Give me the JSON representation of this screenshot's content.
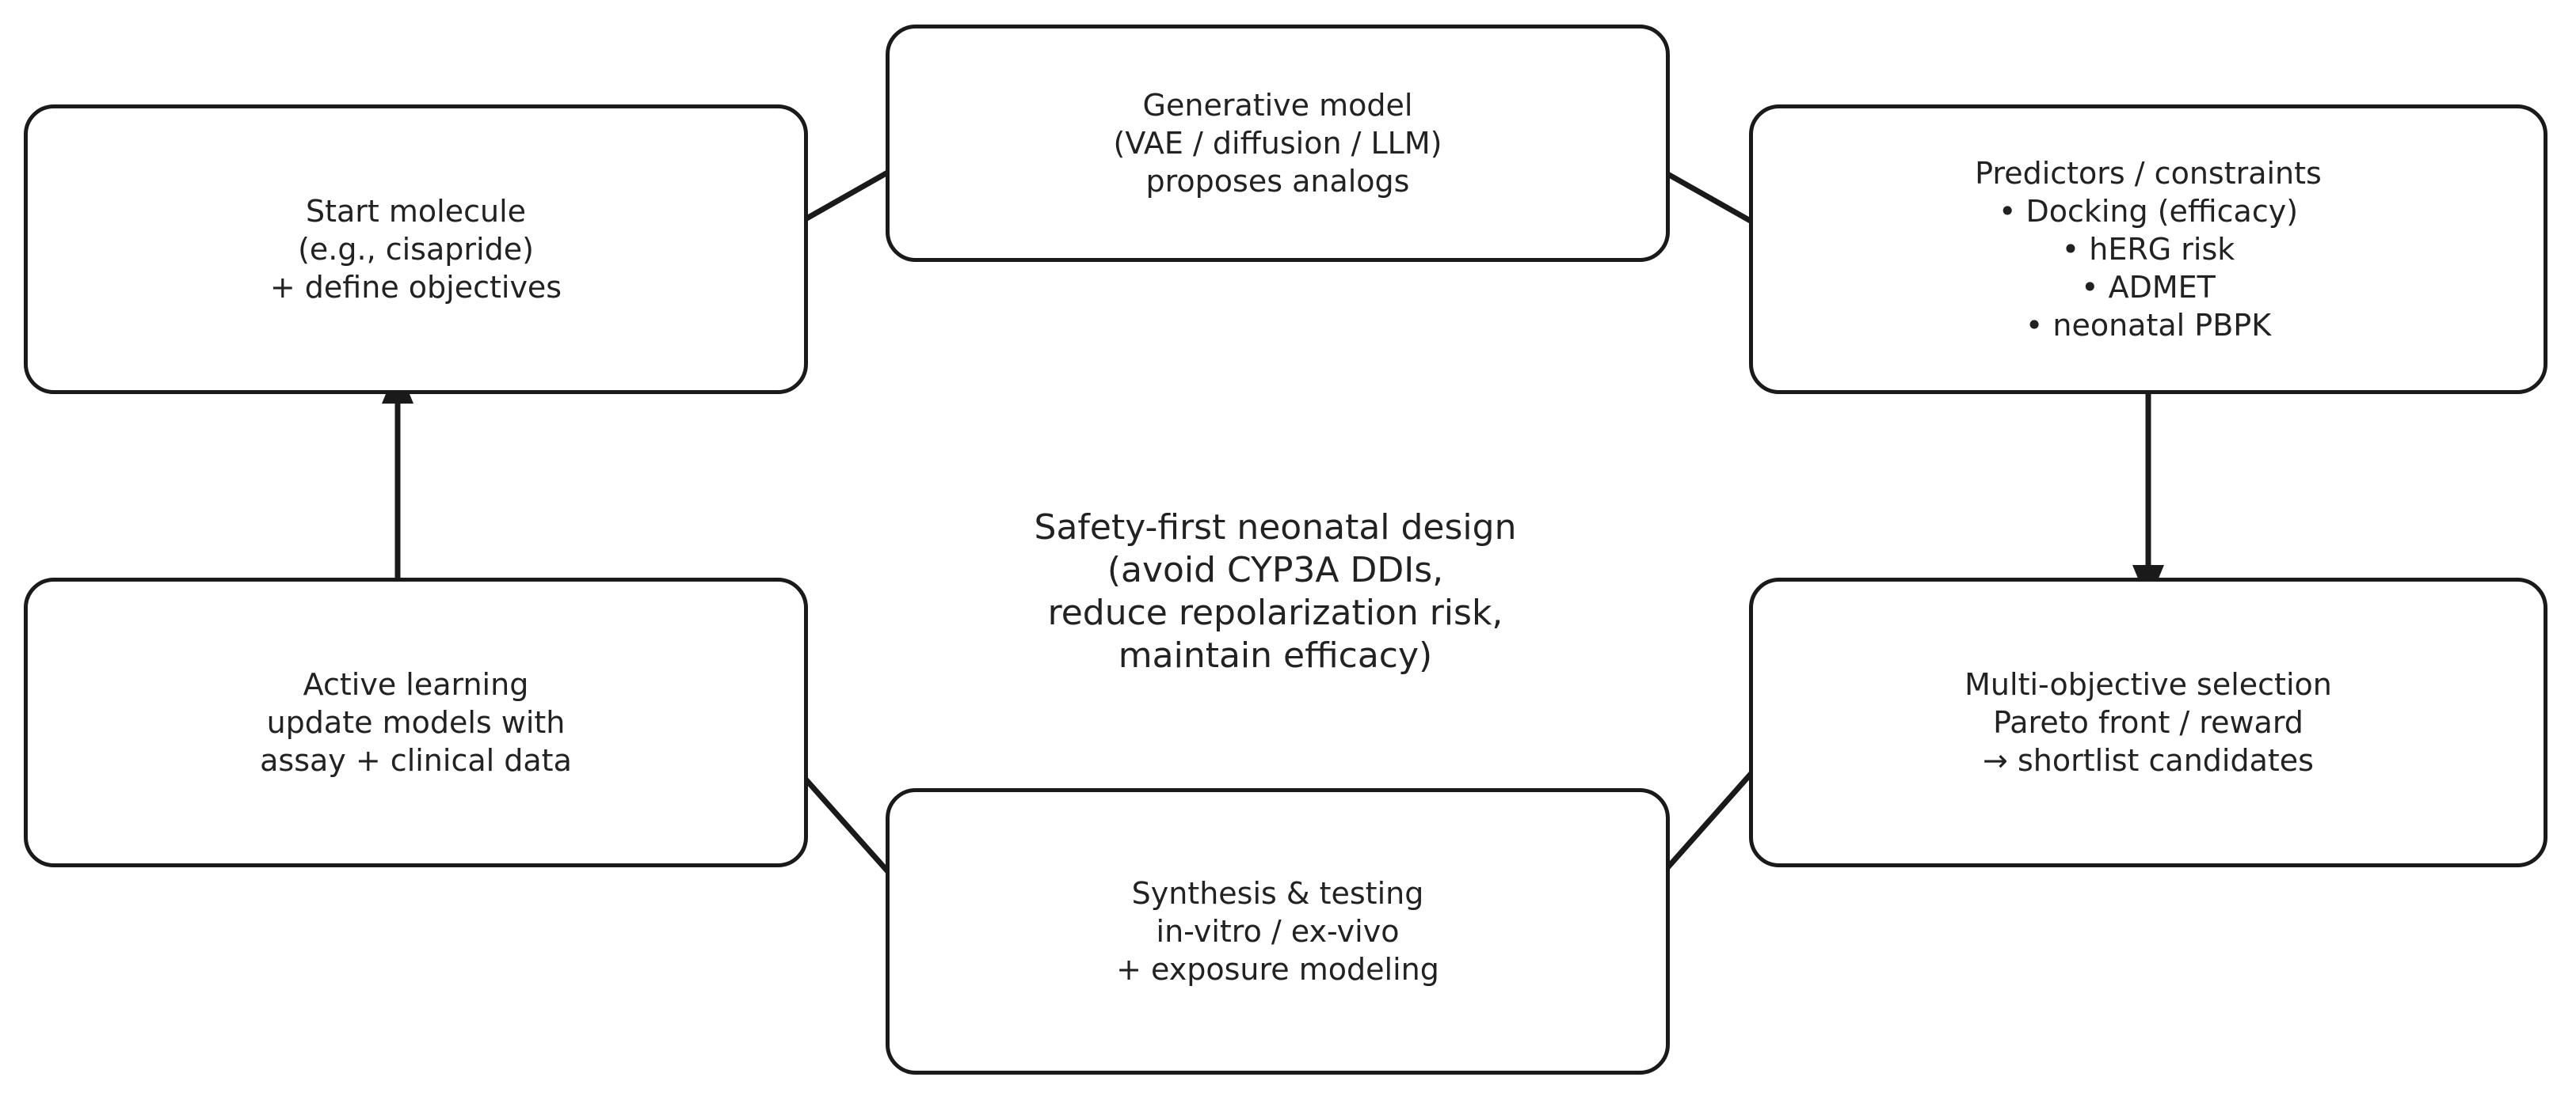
{
  "nodes": {
    "start": {
      "lines": [
        "Start molecule",
        "(e.g., cisapride)",
        "+ define objectives"
      ]
    },
    "generative": {
      "lines": [
        "Generative model",
        "(VAE / diffusion / LLM)",
        "proposes analogs"
      ]
    },
    "predictors": {
      "lines": [
        "Predictors / constraints",
        "• Docking (efficacy)",
        "• hERG risk",
        "• ADMET",
        "• neonatal PBPK"
      ]
    },
    "selection": {
      "lines": [
        "Multi-objective selection",
        "Pareto front / reward",
        "→ shortlist candidates"
      ]
    },
    "synthesis": {
      "lines": [
        "Synthesis & testing",
        "in-vitro / ex-vivo",
        "+ exposure modeling"
      ]
    },
    "active": {
      "lines": [
        "Active learning",
        "update models with",
        "assay + clinical data"
      ]
    }
  },
  "center_note": {
    "lines": [
      "Safety-first neonatal design",
      "(avoid CYP3A DDIs,",
      "reduce repolarization risk,",
      "maintain efficacy)"
    ]
  },
  "colors": {
    "stroke": "#1a1a1a",
    "text": "#222222",
    "background": "#ffffff"
  }
}
